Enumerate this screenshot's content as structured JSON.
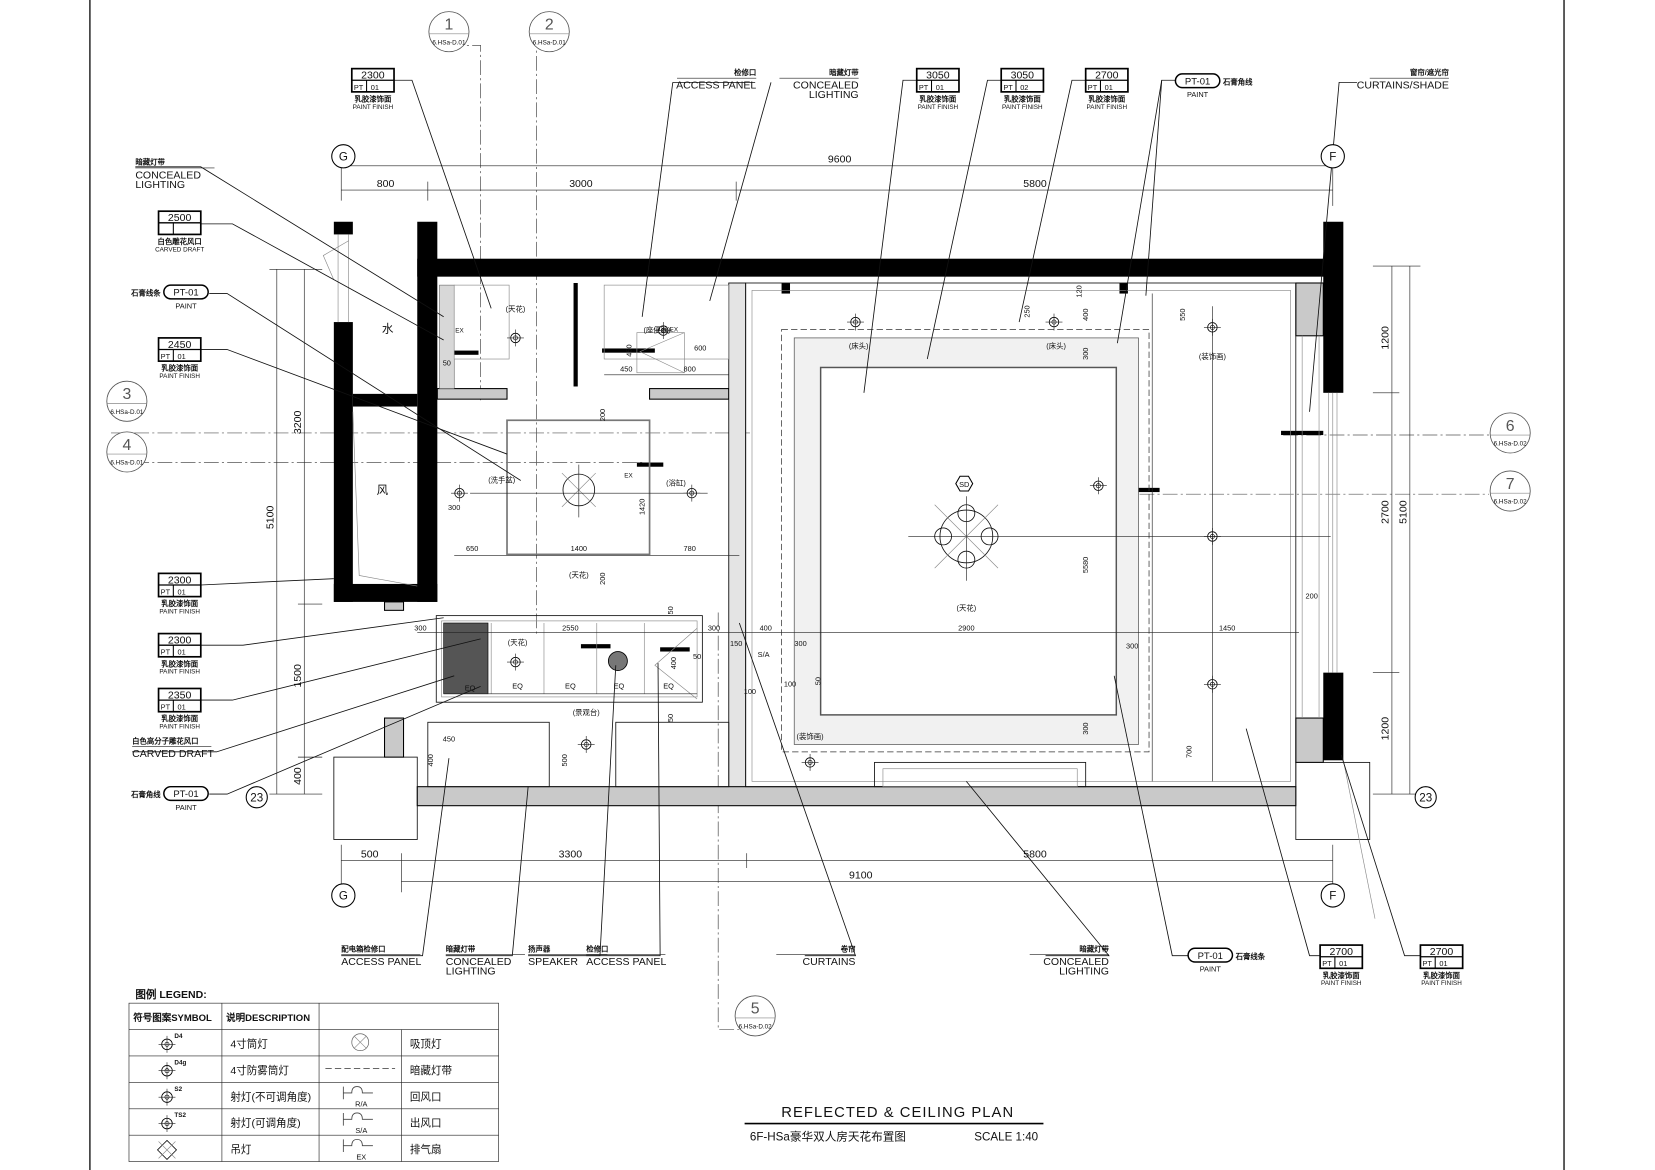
{
  "title": {
    "main": "REFLECTED & CEILING PLAN",
    "sub": "6F-HSa豪华双人房天花布置图",
    "scale": "SCALE 1:40"
  },
  "finish_tags": [
    {
      "height": "2300",
      "type": "PT",
      "code": "01",
      "cn": "乳胶漆饰面",
      "en": "PAINT FINISH"
    },
    {
      "height": "3050",
      "type": "PT",
      "code": "01",
      "cn": "乳胶漆饰面",
      "en": "PAINT FINISH"
    },
    {
      "height": "3050",
      "type": "PT",
      "code": "02",
      "cn": "乳胶漆饰面",
      "en": "PAINT FINISH"
    },
    {
      "height": "2700",
      "type": "PT",
      "code": "01",
      "cn": "乳胶漆饰面",
      "en": "PAINT FINISH"
    },
    {
      "height": "2500",
      "cn": "白色雕花风口",
      "en": "CARVED DRAFT"
    },
    {
      "height": "2450",
      "type": "PT",
      "code": "01",
      "cn": "乳胶漆饰面",
      "en": "PAINT FINISH"
    },
    {
      "height": "2300",
      "type": "PT",
      "code": "01",
      "cn": "乳胶漆饰面",
      "en": "PAINT FINISH"
    },
    {
      "height": "2300",
      "type": "PT",
      "code": "01",
      "cn": "乳胶漆饰面",
      "en": "PAINT FINISH"
    },
    {
      "height": "2350",
      "type": "PT",
      "code": "01",
      "cn": "乳胶漆饰面",
      "en": "PAINT FINISH"
    },
    {
      "height": "2700",
      "type": "PT",
      "code": "01",
      "cn": "乳胶漆饰面",
      "en": "PAINT FINISH"
    },
    {
      "height": "2700",
      "type": "PT",
      "code": "01",
      "cn": "乳胶漆饰面",
      "en": "PAINT FINISH"
    }
  ],
  "paint_tags": [
    {
      "code": "PT-01",
      "cn": "石膏角线",
      "en": "PAINT"
    },
    {
      "code": "PT-01",
      "cn": "石膏线条",
      "en": "PAINT"
    },
    {
      "code": "PT-01",
      "cn": "石膏角线",
      "en": "PAINT"
    },
    {
      "code": "PT-01",
      "cn": "石膏线条",
      "en": "PAINT"
    }
  ],
  "callouts": [
    {
      "cn": "暗藏灯带",
      "en": "CONCEALED",
      "en2": "LIGHTING"
    },
    {
      "cn": "检修口",
      "en": "ACCESS PANEL"
    },
    {
      "cn": "暗藏灯带",
      "en": "CONCEALED",
      "en2": "LIGHTING"
    },
    {
      "cn": "窗帘/遮光帘",
      "en": "CURTAINS/SHADE"
    },
    {
      "cn": "白色高分子雕花风口",
      "en": "CARVED DRAFT"
    },
    {
      "cn": "配电箱检修口",
      "en": "ACCESS PANEL"
    },
    {
      "cn": "暗藏灯带",
      "en": "CONCEALED",
      "en2": "LIGHTING"
    },
    {
      "cn": "扬声器",
      "en": "SPEAKER"
    },
    {
      "cn": "检修口",
      "en": "ACCESS PANEL"
    },
    {
      "cn": "卷帘",
      "en": "CURTAINS"
    },
    {
      "cn": "暗藏灯带",
      "en": "CONCEALED",
      "en2": "LIGHTING"
    }
  ],
  "grid_bubbles": [
    "G",
    "F",
    "G",
    "F",
    "23",
    "23"
  ],
  "section_marks": [
    {
      "num": "1",
      "ref": "6.HSa-D.01"
    },
    {
      "num": "2",
      "ref": "6.HSa-D.01"
    },
    {
      "num": "3",
      "ref": "6.HSa-D.01"
    },
    {
      "num": "4",
      "ref": "6.HSa-D.01"
    },
    {
      "num": "6",
      "ref": "6.HSa-D.02"
    },
    {
      "num": "7",
      "ref": "6.HSa-D.02"
    },
    {
      "num": "5",
      "ref": "6.HSa-D.02"
    }
  ],
  "dimensions": {
    "top_overall": "9600",
    "top": [
      "800",
      "3000",
      "5800"
    ],
    "bottom": [
      "500",
      "3300",
      "5800"
    ],
    "bottom_overall": "9100",
    "left_overall": "5100",
    "left": [
      "3200",
      "1500",
      "400"
    ],
    "right": [
      "1200",
      "2700",
      "1200"
    ],
    "right_overall": "5100",
    "interior": [
      "50",
      "450",
      "800",
      "600",
      "200",
      "1420",
      "300",
      "650",
      "1400",
      "780",
      "200",
      "2550",
      "300",
      "300",
      "400",
      "300",
      "2900",
      "300",
      "1450",
      "150",
      "50",
      "400",
      "EQ",
      "EQ",
      "EQ",
      "EQ",
      "EQ",
      "50",
      "50",
      "100",
      "100",
      "50",
      "200",
      "500",
      "450",
      "400",
      "250",
      "400",
      "300",
      "5580",
      "300",
      "700",
      "550",
      "120",
      "450"
    ]
  },
  "room_labels": [
    "水",
    "风",
    "(天花)",
    "(座便器)",
    "(洗手盆)",
    "(天花)",
    "(浴缸)",
    "(天花)",
    "(景观台)",
    "(床头)",
    "(床头)",
    "(装饰画)",
    "(天花)",
    "(装饰画)",
    "EX",
    "EX",
    "EX",
    "S/A",
    "SD"
  ],
  "legend": {
    "title": "图例  LEGEND:",
    "header_symbol": "符号图案SYMBOL",
    "header_desc": "说明DESCRIPTION",
    "rows": [
      {
        "code": "D4",
        "desc": "4寸筒灯",
        "symbol2": "",
        "desc2": "吸顶灯"
      },
      {
        "code": "D4g",
        "desc": "4寸防雾筒灯",
        "symbol2": "",
        "desc2": "暗藏灯带"
      },
      {
        "code": "S2",
        "desc": "射灯(不可调角度)",
        "symbol2": "R/A",
        "desc2": "回风口"
      },
      {
        "code": "TS2",
        "desc": "射灯(可调角度)",
        "symbol2": "S/A",
        "desc2": "出风口"
      },
      {
        "code": "",
        "desc": "吊灯",
        "symbol2": "EX",
        "desc2": "排气扇"
      }
    ]
  }
}
